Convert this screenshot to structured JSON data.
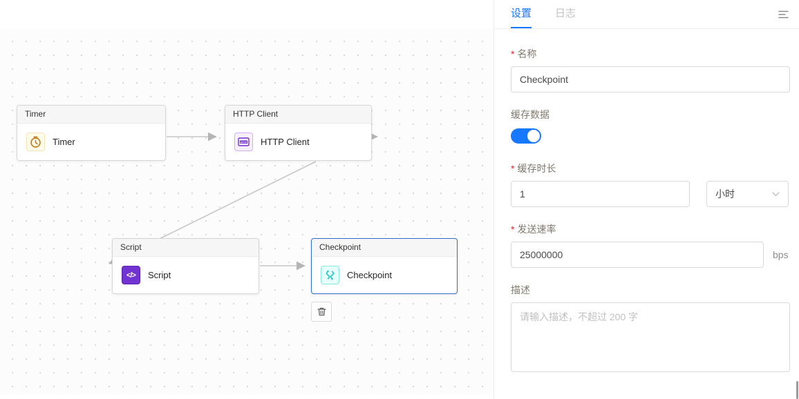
{
  "canvas": {
    "nodes": [
      {
        "title": "Timer",
        "label": "Timer",
        "icon": "timer-clock-icon"
      },
      {
        "title": "HTTP Client",
        "label": "HTTP Client",
        "icon": "http-client-icon",
        "icon_text": "HTTP"
      },
      {
        "title": "Script",
        "label": "Script",
        "icon": "script-code-icon",
        "icon_text": "</>"
      },
      {
        "title": "Checkpoint",
        "label": "Checkpoint",
        "icon": "checkpoint-icon",
        "selected": true
      }
    ],
    "edges": [
      "timer-to-http-client",
      "http-client-to-script",
      "script-to-checkpoint",
      "http-client-out-right"
    ]
  },
  "panel": {
    "tabs": [
      {
        "label": "设置",
        "active": true
      },
      {
        "label": "日志",
        "active": false
      }
    ],
    "form": {
      "name": {
        "label": "名称",
        "required": "*",
        "value": "Checkpoint"
      },
      "cache_data": {
        "label": "缓存数据",
        "state": "on"
      },
      "cache_duration": {
        "label": "缓存时长",
        "required": "*",
        "value": "1",
        "unit": "小时"
      },
      "send_rate": {
        "label": "发送速率",
        "required": "*",
        "value": "25000000",
        "unit": "bps"
      },
      "description": {
        "label": "描述",
        "placeholder": "请输入描述，不超过 200 字",
        "value": ""
      }
    }
  },
  "colors": {
    "accent": "#1677ff",
    "required": "#f5222d",
    "selected_node_border": "#2d6eca",
    "edge": "#c6c6c6",
    "timer_icon": "#c17817",
    "http_icon": "#722ed1",
    "script_icon_bg": "#7234d0",
    "checkpoint_icon": "#13c2c2"
  }
}
